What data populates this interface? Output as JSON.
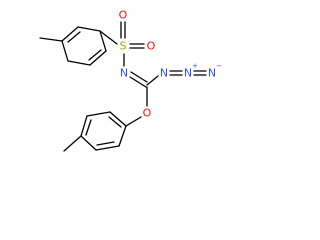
{
  "structure": {
    "atoms": {
      "S": "S",
      "O_top": "O",
      "O_right": "O",
      "N_sulfonyl": "N",
      "N_azide_1": "N",
      "N_azide_2": "N",
      "N_azide_3": "N",
      "O_ether": "O"
    },
    "charges": {
      "N_azide_2": "+",
      "N_azide_3": "−"
    },
    "colors": {
      "sulfur": "#b3a100",
      "oxygen": "#ff0d0d",
      "nitrogen": "#3050f8",
      "bond": "#000000"
    }
  }
}
